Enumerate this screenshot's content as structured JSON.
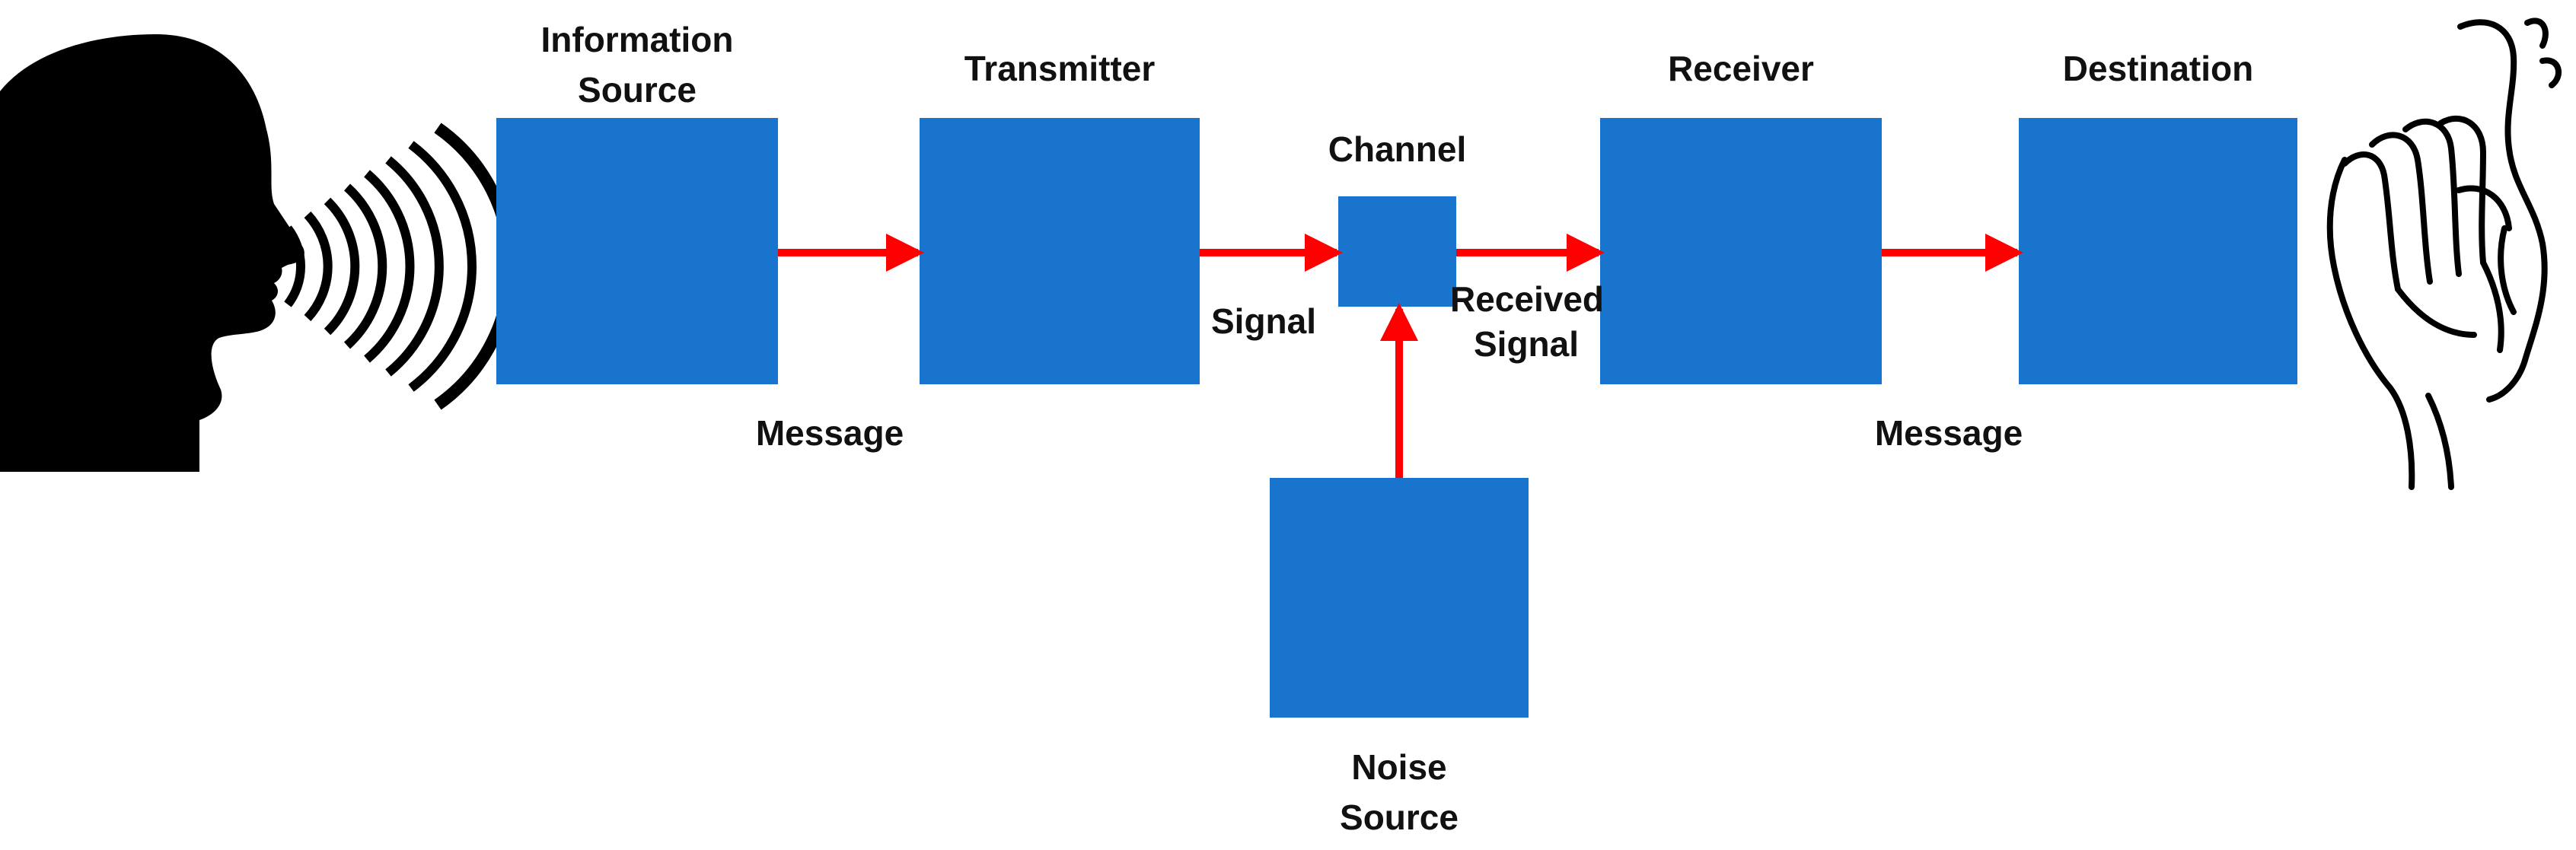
{
  "diagram": {
    "blocks": {
      "information_source": {
        "label_line1": "Information",
        "label_line2": "Source"
      },
      "transmitter": {
        "label": "Transmitter"
      },
      "channel": {
        "label": "Channel"
      },
      "receiver": {
        "label": "Receiver"
      },
      "destination": {
        "label": "Destination"
      },
      "noise_source": {
        "label_line1": "Noise",
        "label_line2": "Source"
      }
    },
    "edges": {
      "message_out": {
        "label": "Message"
      },
      "signal": {
        "label": "Signal"
      },
      "received_signal": {
        "label_line1": "Received",
        "label_line2": "Signal"
      },
      "message_in": {
        "label": "Message"
      }
    },
    "icons": {
      "speaker": "speaking-person-silhouette-icon",
      "sound_waves": "sound-waves-icon",
      "listener": "hand-cupped-ear-icon"
    },
    "colors": {
      "block_fill": "#1874CD",
      "arrow": "#FF0000",
      "text": "#111111",
      "silhouette": "#000000"
    }
  }
}
